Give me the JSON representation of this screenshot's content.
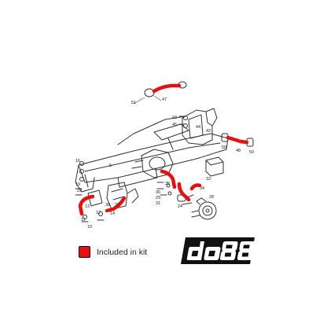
{
  "colors": {
    "hose": "#e8100e",
    "line": "#333333",
    "background": "#ffffff",
    "logo": "#111111"
  },
  "legend": {
    "label": "Included in kit"
  },
  "logo": {
    "text": "do88"
  },
  "diagram": {
    "part_numbers": [
      {
        "id": "p47",
        "text": "47"
      },
      {
        "id": "p51",
        "text": "51"
      },
      {
        "id": "p43",
        "text": "43"
      },
      {
        "id": "p45",
        "text": "45"
      },
      {
        "id": "p44",
        "text": "44"
      },
      {
        "id": "p43b",
        "text": "43"
      },
      {
        "id": "p50",
        "text": "50"
      },
      {
        "id": "p48",
        "text": "48"
      },
      {
        "id": "p50b",
        "text": "50"
      },
      {
        "id": "p16",
        "text": "16"
      },
      {
        "id": "p5",
        "text": "5"
      },
      {
        "id": "p19",
        "text": "19"
      },
      {
        "id": "p22",
        "text": "22"
      },
      {
        "id": "p33",
        "text": "33"
      },
      {
        "id": "p35",
        "text": "35"
      },
      {
        "id": "p34",
        "text": "34"
      },
      {
        "id": "p36",
        "text": "36"
      },
      {
        "id": "p29",
        "text": "29"
      },
      {
        "id": "p31",
        "text": "31"
      },
      {
        "id": "p28",
        "text": "28"
      },
      {
        "id": "p13",
        "text": "13"
      },
      {
        "id": "p11",
        "text": "11"
      },
      {
        "id": "p38",
        "text": "38"
      },
      {
        "id": "p37",
        "text": "37"
      },
      {
        "id": "p12",
        "text": "12"
      },
      {
        "id": "p14",
        "text": "14"
      },
      {
        "id": "p10",
        "text": "10"
      },
      {
        "id": "p24",
        "text": "24"
      }
    ]
  }
}
